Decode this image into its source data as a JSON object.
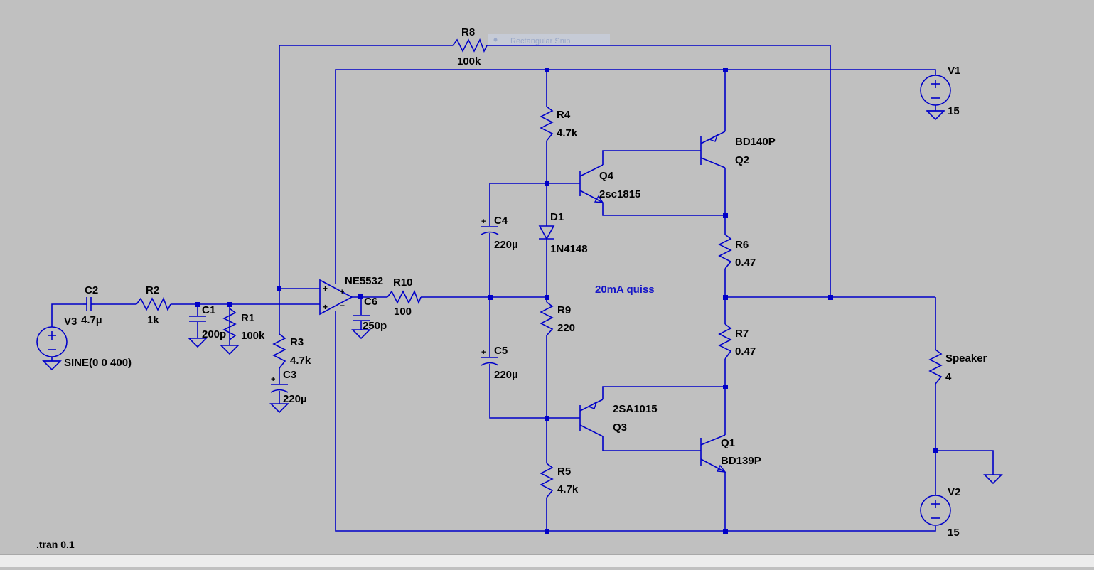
{
  "snip_ghost": "Rectangular Snip",
  "note": "20mA  quiss",
  "directive": ".tran 0.1",
  "colors": {
    "wire": "#0000c8",
    "background": "#c0c0c0",
    "note": "#1515c8"
  },
  "components": {
    "R8": {
      "ref": "R8",
      "value": "100k"
    },
    "R4": {
      "ref": "R4",
      "value": "4.7k"
    },
    "R6": {
      "ref": "R6",
      "value": "0.47"
    },
    "R7": {
      "ref": "R7",
      "value": "0.47"
    },
    "R9": {
      "ref": "R9",
      "value": "220"
    },
    "R5": {
      "ref": "R5",
      "value": "4.7k"
    },
    "R2": {
      "ref": "R2",
      "value": "1k"
    },
    "R1": {
      "ref": "R1",
      "value": "100k"
    },
    "R3": {
      "ref": "R3",
      "value": "4.7k"
    },
    "R10": {
      "ref": "R10",
      "value": "100"
    },
    "Speaker": {
      "ref": "Speaker",
      "value": "4"
    },
    "C1": {
      "ref": "C1",
      "value": "200p"
    },
    "C2": {
      "ref": "C2",
      "value": "4.7µ"
    },
    "C3": {
      "ref": "C3",
      "value": "220µ"
    },
    "C4": {
      "ref": "C4",
      "value": "220µ"
    },
    "C5": {
      "ref": "C5",
      "value": "220µ"
    },
    "C6": {
      "ref": "C6",
      "value": "250p"
    },
    "D1": {
      "ref": "D1",
      "value": "1N4148"
    },
    "Q1": {
      "ref": "Q1",
      "value": "BD139P"
    },
    "Q2": {
      "ref": "Q2",
      "value": "BD140P"
    },
    "Q3": {
      "ref": "Q3",
      "value": "2SA1015"
    },
    "Q4": {
      "ref": "Q4",
      "value": "2sc1815"
    },
    "U1": {
      "value": "NE5532"
    },
    "V1": {
      "ref": "V1",
      "value": "15"
    },
    "V2": {
      "ref": "V2",
      "value": "15"
    },
    "V3": {
      "ref": "V3",
      "value": "SINE(0 0 400)"
    }
  }
}
